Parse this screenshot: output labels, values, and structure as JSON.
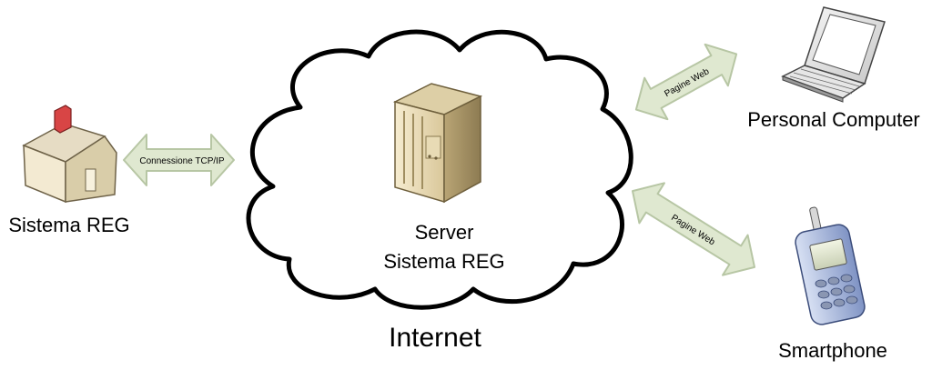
{
  "nodes": {
    "house_label": "Sistema REG",
    "server_label_line1": "Server",
    "server_label_line2": "Sistema REG",
    "cloud_label": "Internet",
    "pc_label": "Personal Computer",
    "phone_label": "Smartphone"
  },
  "connections": {
    "house_server": "Connessione TCP/IP",
    "server_pc": "Pagine Web",
    "server_phone": "Pagine Web"
  },
  "colors": {
    "arrow_fill": "#dfe8d0",
    "arrow_stroke": "#b7c6a4",
    "house_wall": "#f3ead2",
    "chimney": "#d84545",
    "server_body": "#efe2bd",
    "phone_body": "#b7c5e6"
  }
}
